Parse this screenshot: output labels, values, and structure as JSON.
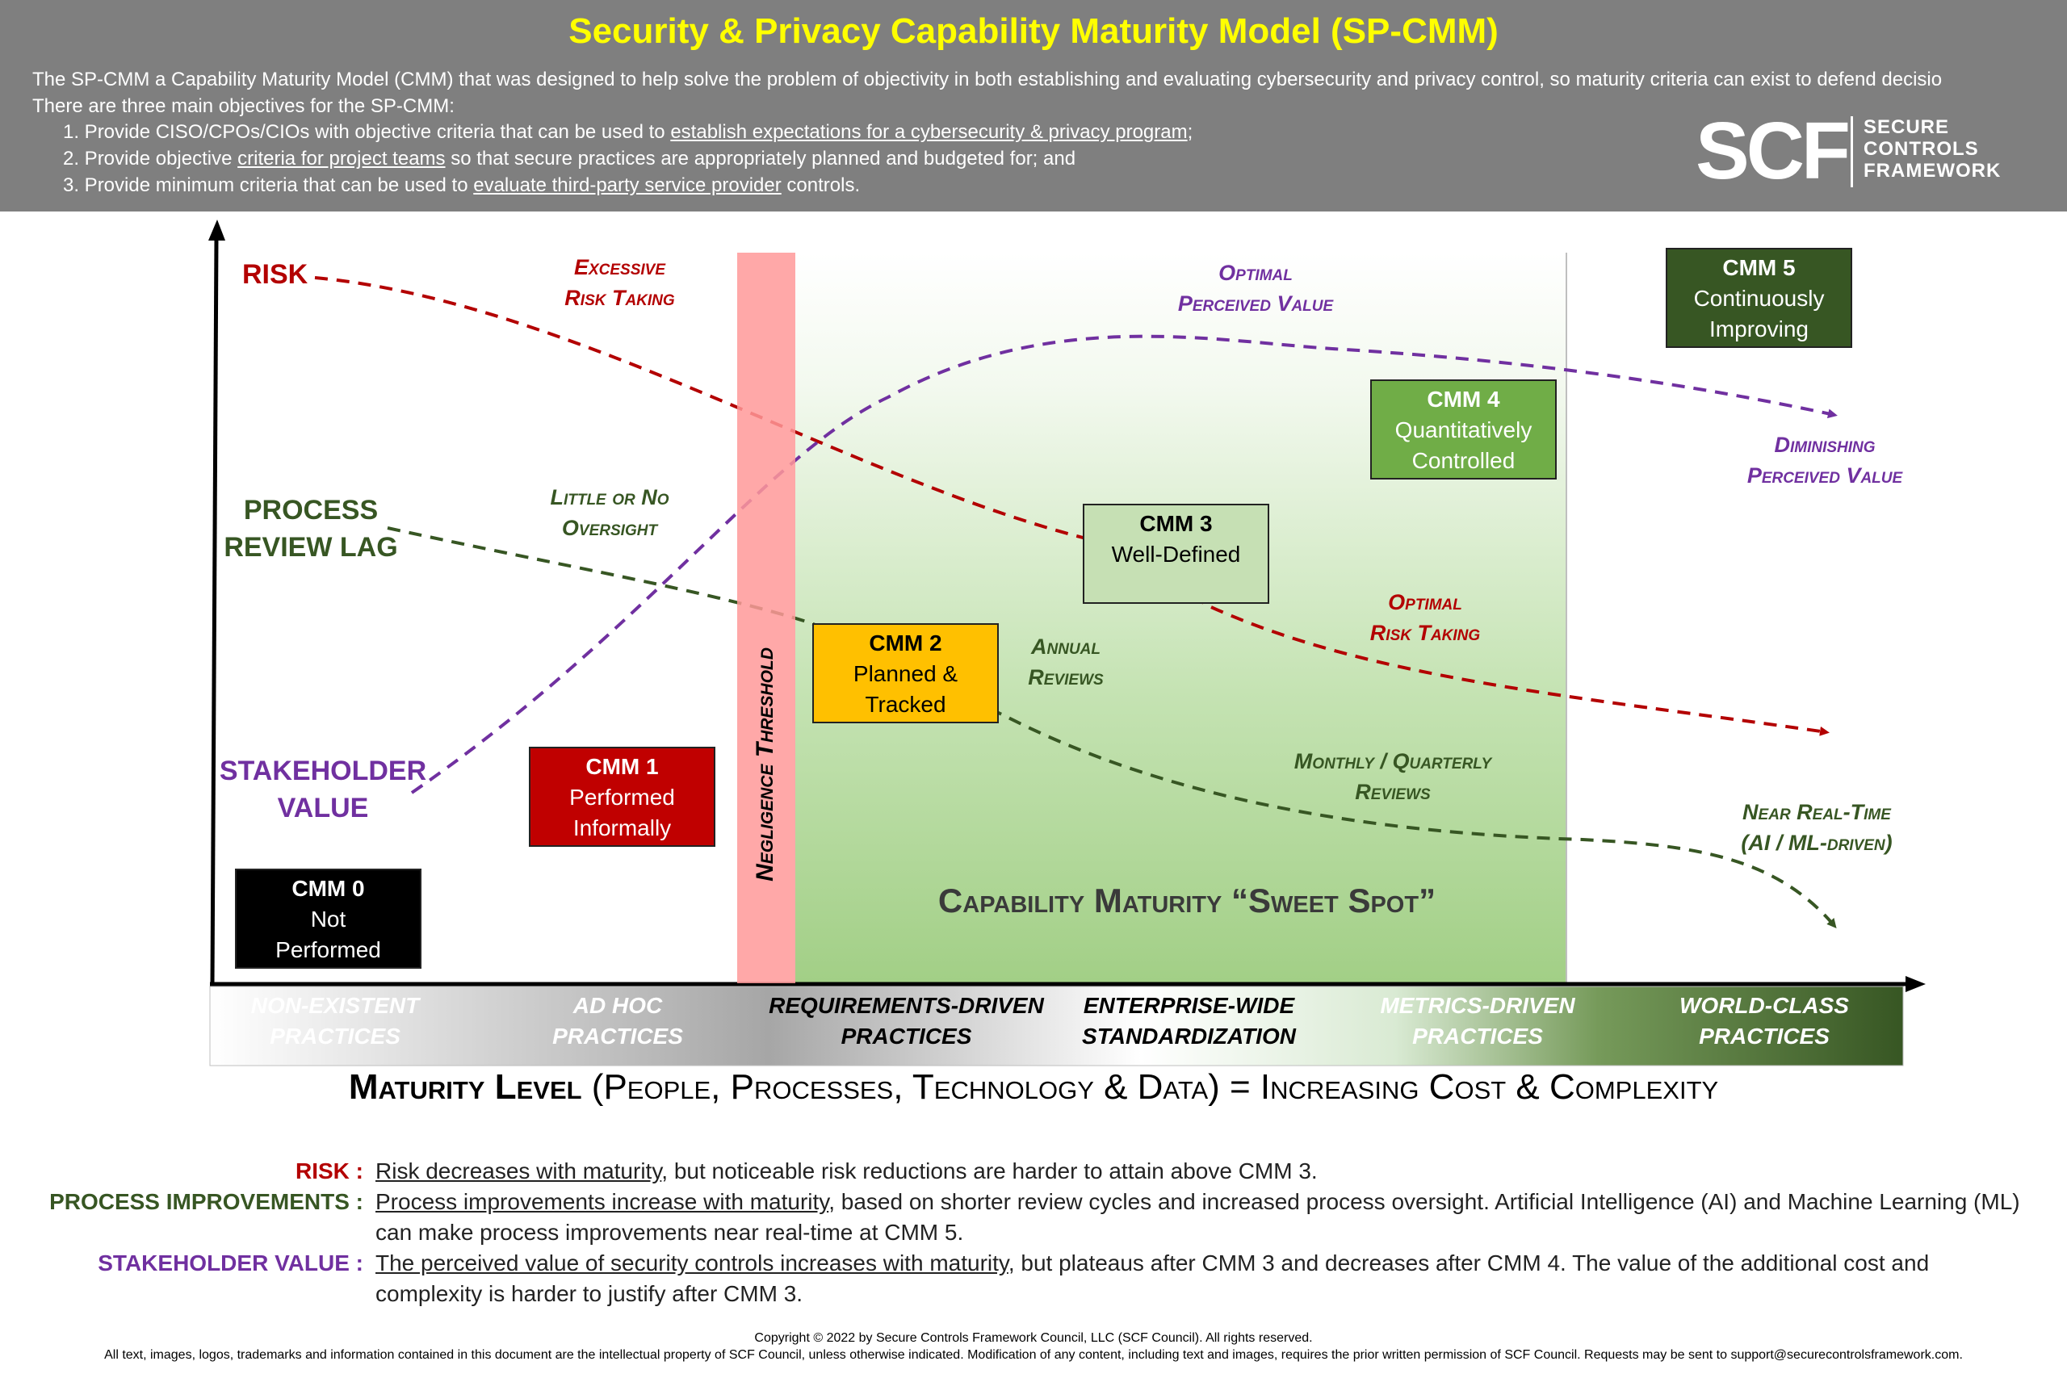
{
  "header": {
    "title": "Security & Privacy Capability Maturity Model (SP-CMM)",
    "intro_line1": "The SP-CMM a Capability Maturity Model (CMM) that was designed to help solve the problem of objectivity in both establishing and evaluating cybersecurity and privacy control, so maturity criteria can exist to defend decisio",
    "intro_line2": "There are three main objectives for the SP-CMM:",
    "objectives": [
      {
        "pre": "1. Provide CISO/CPOs/CIOs with objective criteria that can be used to ",
        "link": "establish expectations for a cybersecurity & privacy program",
        "post": ";"
      },
      {
        "pre": "2. Provide objective ",
        "link": "criteria for project teams",
        "post": " so that secure practices are appropriately planned and budgeted for; and"
      },
      {
        "pre": "3. Provide minimum criteria that can be used to ",
        "link": "evaluate third-party service provider",
        "post": " controls."
      }
    ],
    "logo": {
      "mark": "SCF",
      "line1": "SECURE",
      "line2": "CONTROLS",
      "line3": "FRAMEWORK"
    }
  },
  "diagram": {
    "side_labels": {
      "risk": "RISK",
      "process_1": "PROCESS",
      "process_2": "REVIEW LAG",
      "stakeholder_1": "STAKEHOLDER",
      "stakeholder_2": "VALUE"
    },
    "annotations": {
      "excessive_1": "Excessive",
      "excessive_2": "Risk Taking",
      "optimal_value_1": "Optimal",
      "optimal_value_2": "Perceived Value",
      "diminishing_1": "Diminishing",
      "diminishing_2": "Perceived Value",
      "little_1": "Little or No",
      "little_2": "Oversight",
      "annual_1": "Annual",
      "annual_2": "Reviews",
      "optimal_risk_1": "Optimal",
      "optimal_risk_2": "Risk Taking",
      "monthly_1": "Monthly / Quarterly",
      "monthly_2": "Reviews",
      "nearreal_1": "Near Real-Time",
      "nearreal_2": "(AI / ML-driven)"
    },
    "cmm_levels": [
      {
        "title": "CMM 0",
        "line1": "Not",
        "line2": "Performed",
        "color": "#000000"
      },
      {
        "title": "CMM 1",
        "line1": "Performed",
        "line2": "Informally",
        "color": "#c00000"
      },
      {
        "title": "CMM 2",
        "line1": "Planned &",
        "line2": "Tracked",
        "color": "#ffc000"
      },
      {
        "title": "CMM 3",
        "line1": "Well-Defined",
        "line2": "",
        "color": "#c6e0b4"
      },
      {
        "title": "CMM 4",
        "line1": "Quantitatively",
        "line2": "Controlled",
        "color": "#70ad47"
      },
      {
        "title": "CMM 5",
        "line1": "Continuously",
        "line2": "Improving",
        "color": "#375623"
      }
    ],
    "negligence": "Negligence Threshold",
    "sweet_spot": "Capability Maturity “Sweet Spot”",
    "x_labels": [
      {
        "l1": "NON-EXISTENT",
        "l2": "PRACTICES"
      },
      {
        "l1": "AD HOC",
        "l2": "PRACTICES"
      },
      {
        "l1": "REQUIREMENTS-DRIVEN",
        "l2": "PRACTICES"
      },
      {
        "l1": "ENTERPRISE-WIDE",
        "l2": "STANDARDIZATION"
      },
      {
        "l1": "METRICS-DRIVEN",
        "l2": "PRACTICES"
      },
      {
        "l1": "WORLD-CLASS",
        "l2": "PRACTICES"
      }
    ],
    "maturity_bold": "Maturity Level",
    "maturity_rest": " (People, Processes, Technology & Data) = Increasing Cost & Complexity",
    "colors": {
      "risk": "#b30000",
      "process": "#375623",
      "value": "#7030a0",
      "negligence": "#ff9999",
      "sweet_spot": "#a9d18e"
    }
  },
  "legend": {
    "risk_key": "RISK :",
    "risk_link": "Risk decreases with maturity",
    "risk_rest": ", but noticeable risk reductions are harder to attain above CMM 3.",
    "process_key": "PROCESS IMPROVEMENTS :",
    "process_link": "Process improvements increase with maturity",
    "process_rest": ", based on shorter review cycles and increased process oversight. Artificial Intelligence (AI) and Machine Learning (ML) can make process improvements near real-time at CMM 5.",
    "value_key": "STAKEHOLDER VALUE :",
    "value_link": "The perceived value of security controls increases with maturity",
    "value_rest": ", but plateaus after CMM 3 and decreases after CMM 4. The value of the additional cost and complexity is harder to justify after CMM 3."
  },
  "footer": {
    "line1": "Copyright © 2022 by Secure Controls Framework Council, LLC (SCF Council). All rights reserved.",
    "line2": "All text, images, logos, trademarks and information contained in this document are the intellectual property of SCF Council, unless otherwise indicated. Modification of any content, including text and images, requires the prior written permission of SCF Council. Requests may be sent to support@securecontrolsframework.com."
  }
}
